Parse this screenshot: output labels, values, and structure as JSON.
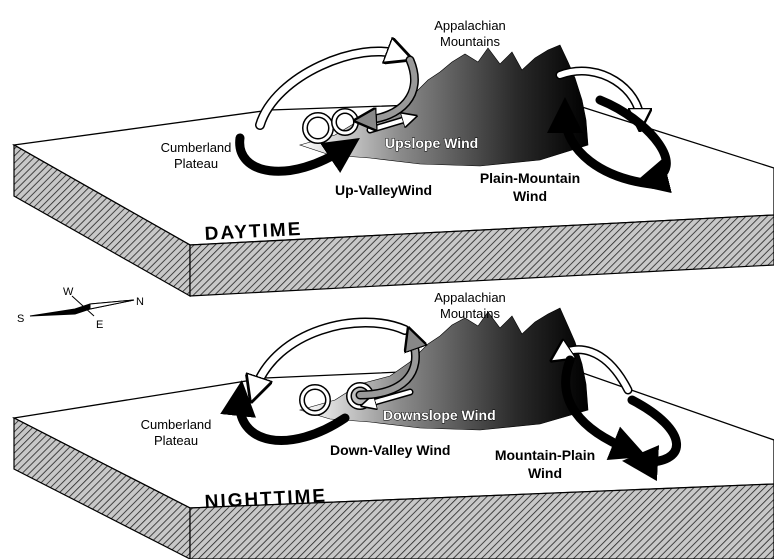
{
  "panels": [
    {
      "title": "DAYTIME",
      "mountains_label": [
        "Appalachian",
        "Mountains"
      ],
      "plateau_label": [
        "Cumberland",
        "Plateau"
      ],
      "slope_wind": "Upslope Wind",
      "valley_wind": "Up-ValleyWind",
      "plain_wind": [
        "Plain-Mountain",
        "Wind"
      ]
    },
    {
      "title": "NIGHTTIME",
      "mountains_label": [
        "Appalachian",
        "Mountains"
      ],
      "plateau_label": [
        "Cumberland",
        "Plateau"
      ],
      "slope_wind": "Downslope Wind",
      "valley_wind": "Down-Valley Wind",
      "plain_wind": [
        "Mountain-Plain",
        "Wind"
      ]
    }
  ],
  "compass": {
    "north": "N",
    "south": "S",
    "east": "E",
    "west": "W"
  }
}
